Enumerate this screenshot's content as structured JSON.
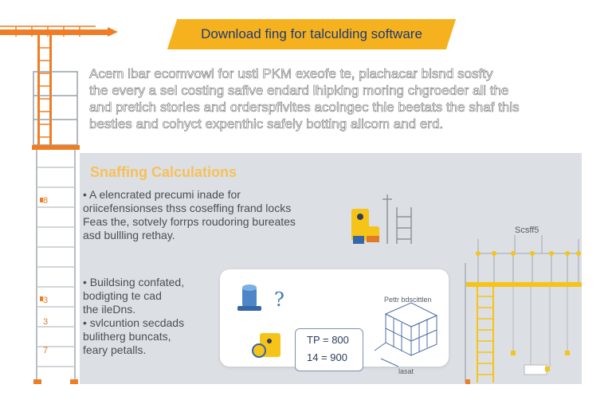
{
  "banner": {
    "title": "Download fing for talculding software"
  },
  "intro": {
    "lines": [
      "Acem lbar ecomvowl for usti PKM  exeofe te, plachacar blsnd sosfty",
      "the every a sel costing safive endard lhipking moring chgroeder all the",
      "and pretich stories and orderspfivites acolngec thie beetats the shaf this",
      "besties and cohyct expenthic safely botting allcom and erd."
    ]
  },
  "panel": {
    "title": "Snaffing Calculations",
    "bullets_top": [
      "• A elencrated precumi inade for",
      "oriicefensionses thss coseffing frand locks",
      "Feas the, sotvely forrps roudoring bureates",
      "asd bullling rethay."
    ],
    "bullets_bottom": [
      "• Buildsing confated,",
      "bodigting te cad",
      "the ileDns.",
      "• svlcuntion secdads",
      "bulitherg buncats,",
      "feary petalls."
    ]
  },
  "calc": {
    "line1": "TP = 800",
    "line2": "14 = 900"
  },
  "diagram": {
    "top_label": "Pettr bdscittlen",
    "bottom_label": "lasat",
    "question_mark": "?"
  },
  "scaffold": {
    "label": "Scsff5",
    "rung_numbers": [
      "8",
      "3",
      "3",
      "7"
    ]
  },
  "colors": {
    "accent_orange": "#ee7d23",
    "banner_yellow": "#f5b21e",
    "panel_gray": "#dcdfe3",
    "scaffold_yellow": "#f6c418"
  }
}
